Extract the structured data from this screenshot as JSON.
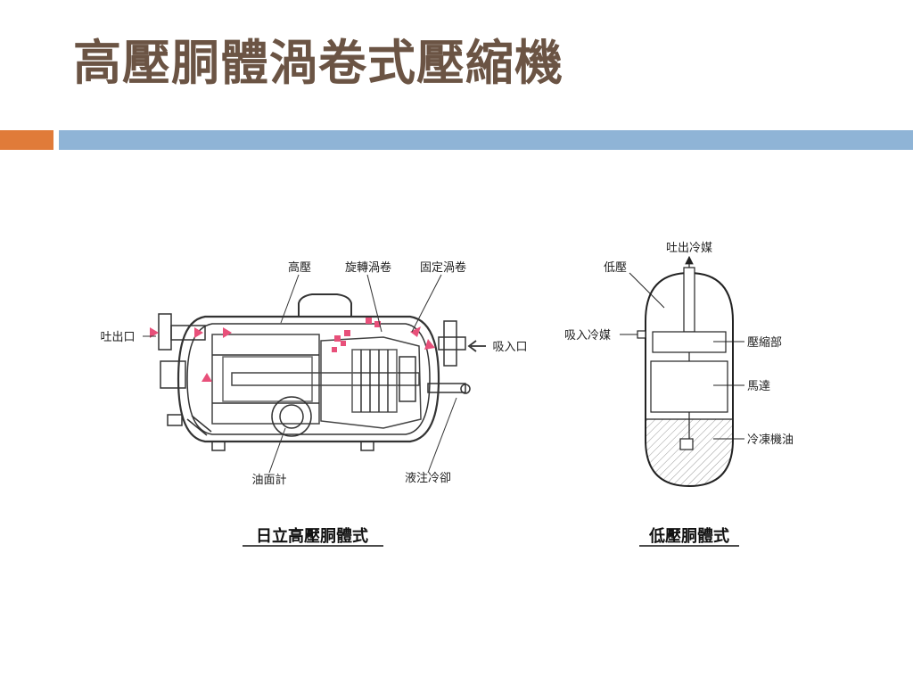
{
  "slide": {
    "title": "高壓胴體渦卷式壓縮機",
    "colors": {
      "title": "#6b5444",
      "accent_orange": "#e07b39",
      "accent_blue": "#8fb4d6"
    }
  },
  "left_diagram": {
    "caption": "日立高壓胴體式",
    "labels": {
      "high_pressure": "高壓",
      "orbiting_scroll": "旋轉渦卷",
      "fixed_scroll": "固定渦卷",
      "discharge_port": "吐出口",
      "suction_port": "吸入口",
      "oil_gauge": "油面計",
      "liquid_injection": "液注冷卻"
    }
  },
  "right_diagram": {
    "caption": "低壓胴體式",
    "labels": {
      "discharge_refrigerant": "吐出冷媒",
      "low_pressure": "低壓",
      "suction_refrigerant": "吸入冷媒",
      "compression_section": "壓縮部",
      "motor": "馬達",
      "refrigeration_oil": "冷凍機油"
    }
  }
}
